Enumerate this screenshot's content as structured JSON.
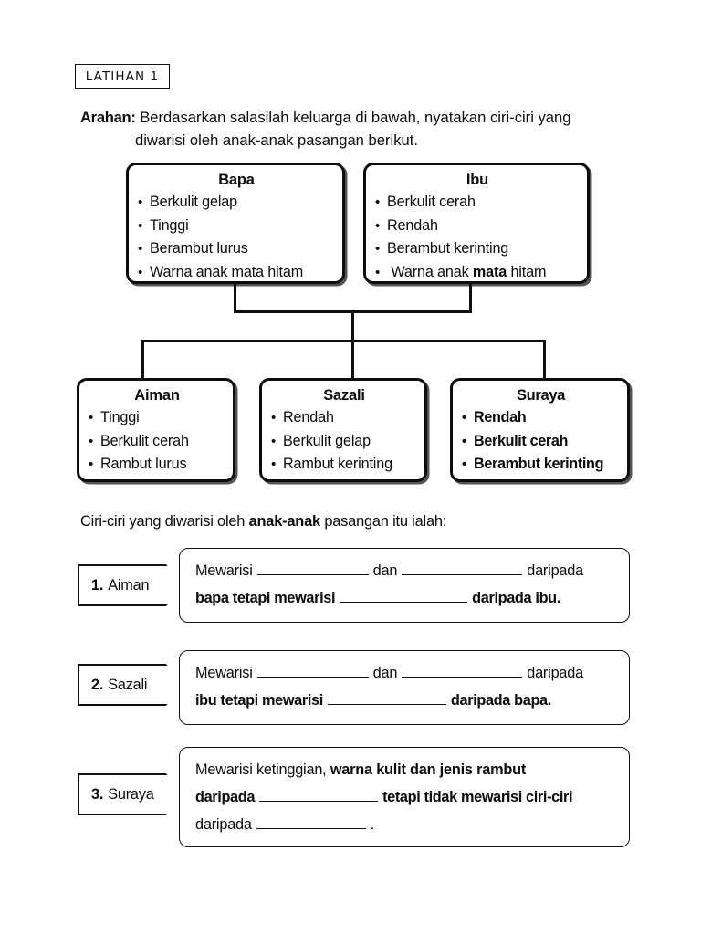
{
  "exercise": {
    "tag_label": "LATIHAN 1",
    "instruction_label": "Arahan:",
    "instruction_line1": "Berdasarkan salasilah keluarga di bawah, nyatakan ciri-ciri yang",
    "instruction_line2": "diwarisi oleh anak-anak pasangan berikut."
  },
  "tree": {
    "parents": [
      {
        "id": "bapa",
        "title": "Bapa",
        "traits": [
          "Berkulit gelap",
          "Tinggi",
          "Berambut lurus",
          "Warna anak mata hitam"
        ]
      },
      {
        "id": "ibu",
        "title": "Ibu",
        "traits": [
          "Berkulit cerah",
          "Rendah",
          "Berambut kerinting",
          "Warna anak mata hitam"
        ],
        "emphasis_word": "mata"
      }
    ],
    "children": [
      {
        "id": "aiman",
        "title": "Aiman",
        "traits": [
          "Tinggi",
          "Berkulit cerah",
          "Rambut lurus"
        ]
      },
      {
        "id": "sazali",
        "title": "Sazali",
        "traits": [
          "Rendah",
          "Berkulit gelap",
          "Rambut kerinting"
        ]
      },
      {
        "id": "suraya",
        "title": "Suraya",
        "traits": [
          "Rendah",
          "Berkulit cerah",
          "Berambut kerinting"
        ]
      }
    ]
  },
  "answers": {
    "heading_part1": "Ciri-ciri yang diwarisi oleh ",
    "heading_part2": "anak-anak",
    "heading_part3": " pasangan itu ialah:",
    "rows": [
      {
        "number": "1.",
        "name": "Aiman",
        "line1_a": "Mewarisi",
        "line1_b": "dan",
        "line1_c": "daripada",
        "line2_a": "bapa tetapi mewarisi",
        "line2_b": "daripada ibu."
      },
      {
        "number": "2.",
        "name": "Sazali",
        "line1_a": "Mewarisi",
        "line1_b": "dan",
        "line1_c": "daripada",
        "line2_a": "ibu tetapi mewarisi",
        "line2_b": "daripada bapa."
      },
      {
        "number": "3.",
        "name": "Suraya",
        "line1_a": "Mewarisi ketinggian, ",
        "line1_b": "warna kulit dan jenis rambut",
        "line2_a": "daripada",
        "line2_b": "tetapi tidak mewarisi ciri-ciri",
        "line3_a": "daripada",
        "line3_b": "."
      }
    ]
  },
  "colors": {
    "ink": "#0d0d0d",
    "paper": "#ffffff"
  }
}
